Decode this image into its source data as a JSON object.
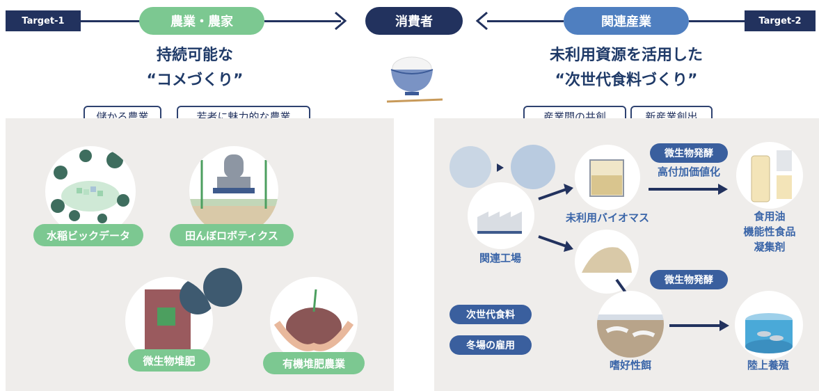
{
  "header": {
    "target1": "Target-1",
    "target2": "Target-2",
    "left_pill": "農業・農家",
    "center_pill": "消費者",
    "right_pill": "関連産業"
  },
  "left": {
    "headline_1": "持続可能な",
    "headline_2": "“コメづくり”",
    "chips": [
      "儲かる農業",
      "若者に魅力的な農業"
    ],
    "items": [
      "水稲ビックデータ",
      "田んぼロボティクス",
      "微生物堆肥",
      "有機堆肥農業"
    ]
  },
  "right": {
    "headline_1": "未利用資源を活用した",
    "headline_2": "“次世代食料づくり”",
    "chips": [
      "産業間の共創",
      "新産業創出"
    ],
    "factory": "関連工場",
    "biomass": "未利用バイオマス",
    "ferment_1": "微生物発酵",
    "added_value": "高付加価値化",
    "products": [
      "食用油",
      "機能性食品",
      "凝集剤"
    ],
    "ferment_2": "微生物発酵",
    "tags": [
      "次世代食料",
      "冬場の雇用"
    ],
    "feed": "嗜好性餌",
    "aquaculture": "陸上養殖"
  },
  "colors": {
    "navy": "#22325e",
    "green": "#7cc891",
    "blue": "#4f7fc0",
    "panel": "#efedeb"
  }
}
